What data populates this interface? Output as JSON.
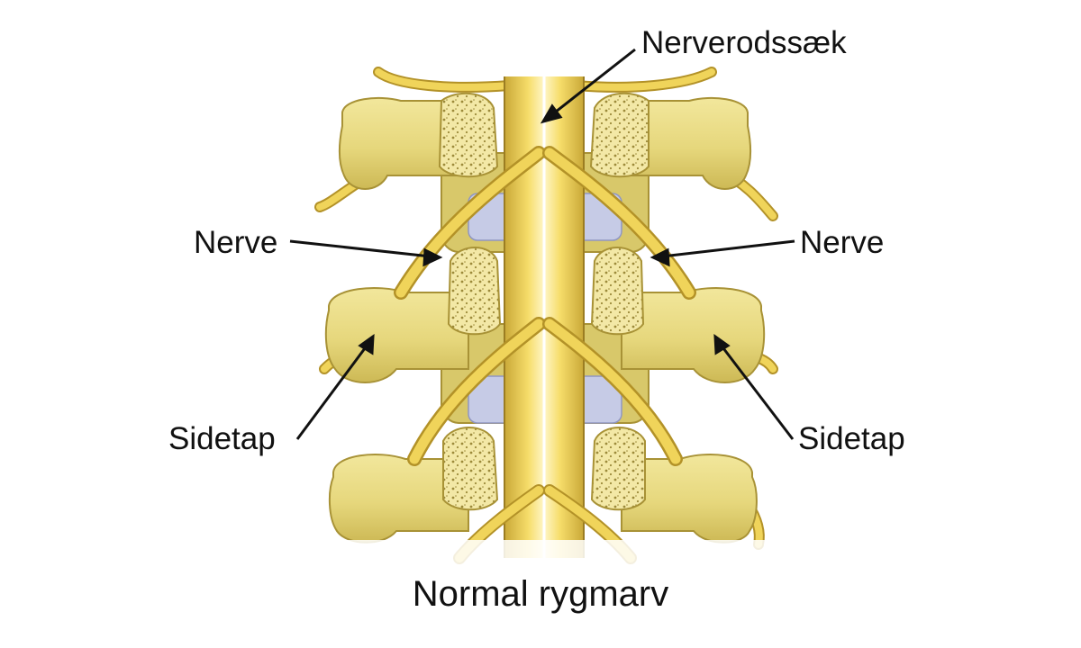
{
  "labels": {
    "root_sac": "Nerverodssæk",
    "nerve_left": "Nerve",
    "nerve_right": "Nerve",
    "process_left": "Sidetap",
    "process_right": "Sidetap"
  },
  "caption": "Normal rygmarv",
  "colors": {
    "bone": "#ecdf8a",
    "bone_shadow": "#c9b44e",
    "bone_outline": "#a89236",
    "cut_bone": "#f3e8a6",
    "nerve": "#f0d45a",
    "nerve_outline": "#b39228",
    "disc": "#c6cbe6",
    "leader": "#111111"
  }
}
